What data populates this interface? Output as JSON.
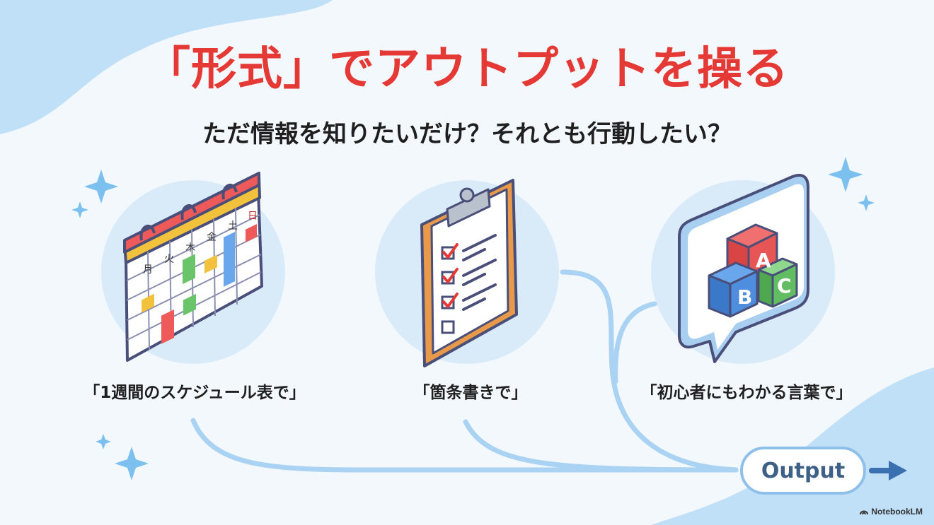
{
  "title": "「形式」でアウトプットを操る",
  "subtitle": "ただ情報を知りたいだけ？それとも行動したい？",
  "calendar": {
    "days": [
      "月",
      "火",
      "木",
      "金",
      "土",
      "日"
    ]
  },
  "captions": [
    "「1週間のスケジュール表で」",
    "「箇条書きで」",
    "「初心者にもわかる言葉で」"
  ],
  "blocks": [
    "A",
    "B",
    "C"
  ],
  "output_label": "Output",
  "brand": "NotebookLM",
  "colors": {
    "title_red": "#e53935",
    "flow_blue": "#a9d2f3",
    "pill_border": "#8ec0ea",
    "arrow_blue": "#3a6fb0"
  }
}
